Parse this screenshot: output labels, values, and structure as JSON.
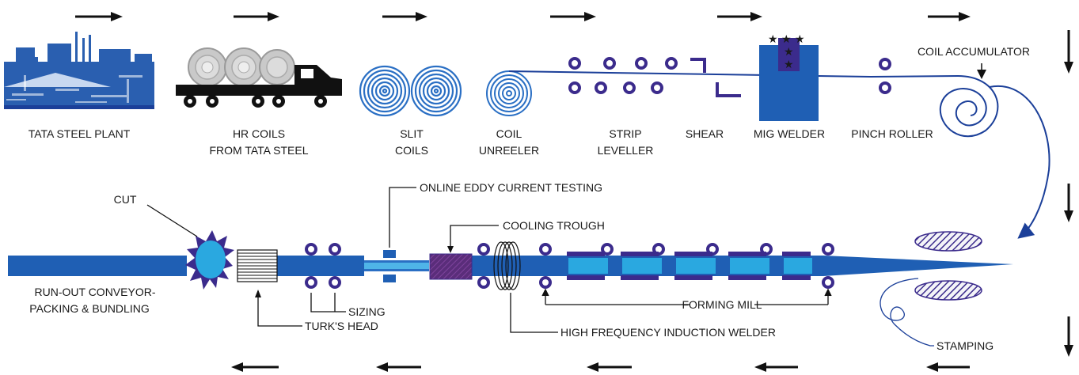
{
  "colors": {
    "dark_blue": "#1b3f99",
    "pipe_blue": "#1f5fb4",
    "light_blue": "#2aa8e0",
    "roller": "#3b2b8c",
    "purple": "#5a2d7a",
    "black": "#111111",
    "grey": "#9a9a9a"
  },
  "top_labels": {
    "plant": "TATA STEEL PLANT",
    "hr_coils_1": "HR COILS",
    "hr_coils_2": "FROM TATA STEEL",
    "slit_1": "SLIT",
    "slit_2": "COILS",
    "coil_1": "COIL",
    "coil_2": "UNREELER",
    "strip_1": "STRIP",
    "strip_2": "LEVELLER",
    "shear": "SHEAR",
    "mig": "MIG WELDER",
    "pinch": "PINCH ROLLER",
    "accumulator": "COIL ACCUMULATOR"
  },
  "bottom_labels": {
    "cut": "CUT",
    "eddy": "ONLINE EDDY CURRENT TESTING",
    "cooling": "COOLING TROUGH",
    "runout_1": "RUN-OUT CONVEYOR-",
    "runout_2": "PACKING & BUNDLING",
    "sizing": "SIZING",
    "forming": "FORMING MILL",
    "turks": "TURK'S HEAD",
    "hf_welder": "HIGH FREQUENCY INDUCTION WELDER",
    "stamping": "STAMPING"
  },
  "icons": [
    "factory-icon",
    "truck-icon",
    "arrow-right-icon",
    "arrow-left-icon",
    "arrow-down-icon",
    "star-icon"
  ]
}
